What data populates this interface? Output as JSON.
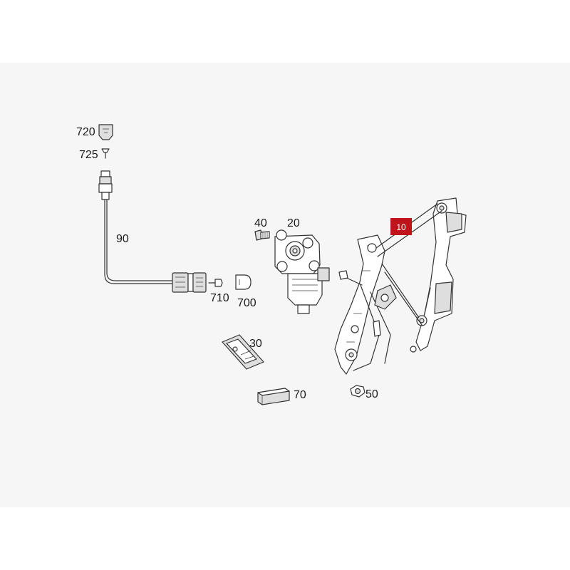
{
  "diagram": {
    "labels": {
      "p720": "720",
      "p725": "725",
      "p90": "90",
      "p40": "40",
      "p20": "20",
      "p10": "10",
      "p710": "710",
      "p700": "700",
      "p30": "30",
      "p70": "70",
      "p50": "50"
    },
    "highlight_color": "#c0141c"
  }
}
